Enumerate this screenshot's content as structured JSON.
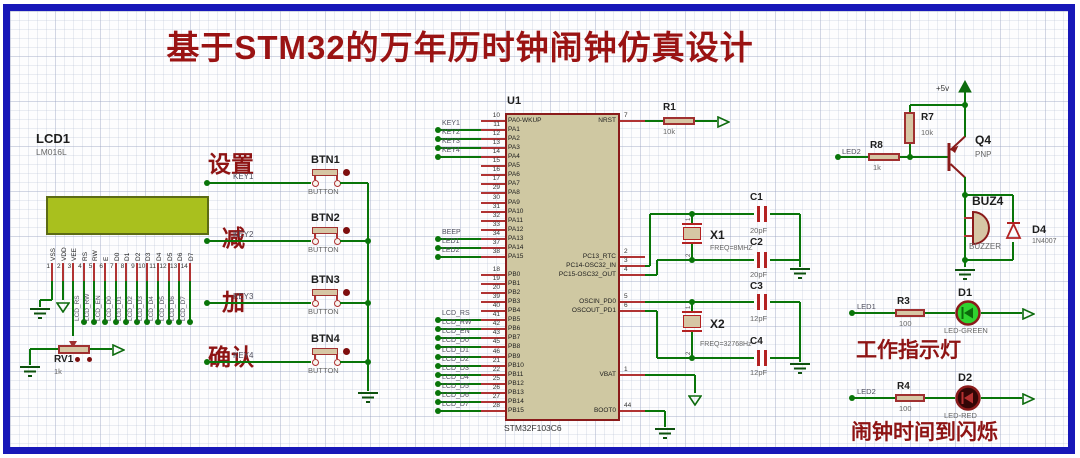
{
  "title": "基于STM32的万年历时钟闹钟仿真设计",
  "lcd": {
    "ref": "LCD1",
    "model": "LM016L",
    "pins": [
      {
        "n": "1",
        "name": "VSS"
      },
      {
        "n": "2",
        "name": "VDD"
      },
      {
        "n": "3",
        "name": "VEE"
      },
      {
        "n": "4",
        "name": "RS"
      },
      {
        "n": "5",
        "name": "RW"
      },
      {
        "n": "6",
        "name": "E"
      },
      {
        "n": "7",
        "name": "D0"
      },
      {
        "n": "8",
        "name": "D1"
      },
      {
        "n": "9",
        "name": "D2"
      },
      {
        "n": "10",
        "name": "D3"
      },
      {
        "n": "11",
        "name": "D4"
      },
      {
        "n": "12",
        "name": "D5"
      },
      {
        "n": "13",
        "name": "D6"
      },
      {
        "n": "14",
        "name": "D7"
      }
    ],
    "nets": [
      "LCD_RS",
      "LCD_RW",
      "LCD_EN",
      "LCD_D0",
      "LCD_D1",
      "LCD_D2",
      "LCD_D3",
      "LCD_D4",
      "LCD_D5",
      "LCD_D6",
      "LCD_D7"
    ]
  },
  "pot": {
    "ref": "RV1",
    "value": "1k"
  },
  "keys": [
    {
      "label": "设置",
      "net": "KEY1",
      "ref": "BTN1",
      "type": "BUTTON"
    },
    {
      "label": "减",
      "net": "KEY2",
      "ref": "BTN2",
      "type": "BUTTON"
    },
    {
      "label": "加",
      "net": "KEY3",
      "ref": "BTN3",
      "type": "BUTTON"
    },
    {
      "label": "确认",
      "net": "KEY4",
      "ref": "BTN4",
      "type": "BUTTON"
    }
  ],
  "mcu": {
    "ref": "U1",
    "part": "STM32F103C6",
    "left_pins": [
      {
        "num": "10",
        "name": "PA0-WKUP",
        "net": ""
      },
      {
        "num": "11",
        "name": "PA1",
        "net": "KEY1"
      },
      {
        "num": "12",
        "name": "PA2",
        "net": "KEY2"
      },
      {
        "num": "13",
        "name": "PA3",
        "net": "KEY3"
      },
      {
        "num": "14",
        "name": "PA4",
        "net": "KEY4"
      },
      {
        "num": "15",
        "name": "PA5",
        "net": ""
      },
      {
        "num": "16",
        "name": "PA6",
        "net": ""
      },
      {
        "num": "17",
        "name": "PA7",
        "net": ""
      },
      {
        "num": "29",
        "name": "PA8",
        "net": ""
      },
      {
        "num": "30",
        "name": "PA9",
        "net": ""
      },
      {
        "num": "31",
        "name": "PA10",
        "net": ""
      },
      {
        "num": "32",
        "name": "PA11",
        "net": ""
      },
      {
        "num": "33",
        "name": "PA12",
        "net": ""
      },
      {
        "num": "34",
        "name": "PA13",
        "net": "BEEP"
      },
      {
        "num": "37",
        "name": "PA14",
        "net": "LED1"
      },
      {
        "num": "38",
        "name": "PA15",
        "net": "LED2"
      },
      {
        "num": "18",
        "name": "PB0",
        "net": ""
      },
      {
        "num": "19",
        "name": "PB1",
        "net": ""
      },
      {
        "num": "20",
        "name": "PB2",
        "net": ""
      },
      {
        "num": "39",
        "name": "PB3",
        "net": ""
      },
      {
        "num": "40",
        "name": "PB4",
        "net": ""
      },
      {
        "num": "41",
        "name": "PB5",
        "net": "LCD_RS"
      },
      {
        "num": "42",
        "name": "PB6",
        "net": "LCD_RW"
      },
      {
        "num": "43",
        "name": "PB7",
        "net": "LCD_EN"
      },
      {
        "num": "45",
        "name": "PB8",
        "net": "LCD_D0"
      },
      {
        "num": "46",
        "name": "PB9",
        "net": "LCD_D1"
      },
      {
        "num": "21",
        "name": "PB10",
        "net": "LCD_D2"
      },
      {
        "num": "22",
        "name": "PB11",
        "net": "LCD_D3"
      },
      {
        "num": "25",
        "name": "PB12",
        "net": "LCD_D4"
      },
      {
        "num": "26",
        "name": "PB13",
        "net": "LCD_D5"
      },
      {
        "num": "27",
        "name": "PB14",
        "net": "LCD_D6"
      },
      {
        "num": "28",
        "name": "PB15",
        "net": "LCD_D7"
      }
    ],
    "right_pins": [
      {
        "num": "7",
        "name": "NRST"
      },
      {
        "num": "2",
        "name": "PC13_RTC"
      },
      {
        "num": "3",
        "name": "PC14-OSC32_IN"
      },
      {
        "num": "4",
        "name": "PC15-OSC32_OUT"
      },
      {
        "num": "5",
        "name": "OSCIN_PD0"
      },
      {
        "num": "6",
        "name": "OSCOUT_PD1"
      },
      {
        "num": "1",
        "name": "VBAT"
      },
      {
        "num": "44",
        "name": "BOOT0"
      }
    ]
  },
  "reset": {
    "ref": "R1",
    "value": "10k"
  },
  "xtals": [
    {
      "ref": "X1",
      "freq": "FREQ=8MHZ",
      "pins": [
        "1",
        "2"
      ]
    },
    {
      "ref": "X2",
      "freq": "FREQ=32768Hz",
      "pins": [
        "1",
        "2"
      ]
    }
  ],
  "caps": [
    {
      "ref": "C1",
      "value": "20pF"
    },
    {
      "ref": "C2",
      "value": "20pF"
    },
    {
      "ref": "C3",
      "value": "12pF"
    },
    {
      "ref": "C4",
      "value": "12pF"
    }
  ],
  "alarm": {
    "power": "+5v",
    "net": "LED2",
    "r7": {
      "ref": "R7",
      "value": "10k"
    },
    "r8": {
      "ref": "R8",
      "value": "1k"
    },
    "q4": {
      "ref": "Q4",
      "type": "PNP"
    },
    "buz": {
      "ref": "BUZ4",
      "type": "BUZZER"
    },
    "d4": {
      "ref": "D4",
      "part": "1N4007"
    }
  },
  "led_rows": [
    {
      "net": "LED1",
      "r_ref": "R3",
      "r_val": "100",
      "d_ref": "D1",
      "d_part": "LED-GREEN",
      "caption": "工作指示灯",
      "color": "#2fd32f",
      "symbol_color": "#0b6a0b"
    },
    {
      "net": "LED2",
      "r_ref": "R4",
      "r_val": "100",
      "d_ref": "D2",
      "d_part": "LED-RED",
      "caption": "闹钟时间到闪烁",
      "color": "#330606",
      "symbol_color": "#b33030"
    }
  ],
  "colors": {
    "wire": "#097509",
    "pin": "#b03333",
    "ground": "#0d520d",
    "power": "#0d6b0d",
    "part_red": "#b32222",
    "part_fill": "#d6c6a4",
    "chip_fill": "#cfc8a2",
    "chip_border": "#8a1b1b",
    "screen": "#a9c01e",
    "screen_border": "#5c6b14",
    "annotation": "#8e1414",
    "value_text": "#666666",
    "ref_text": "#1d1d1d",
    "net_text": "#4f4f5e",
    "title": "#9a1313",
    "frame": "#1717b8"
  }
}
